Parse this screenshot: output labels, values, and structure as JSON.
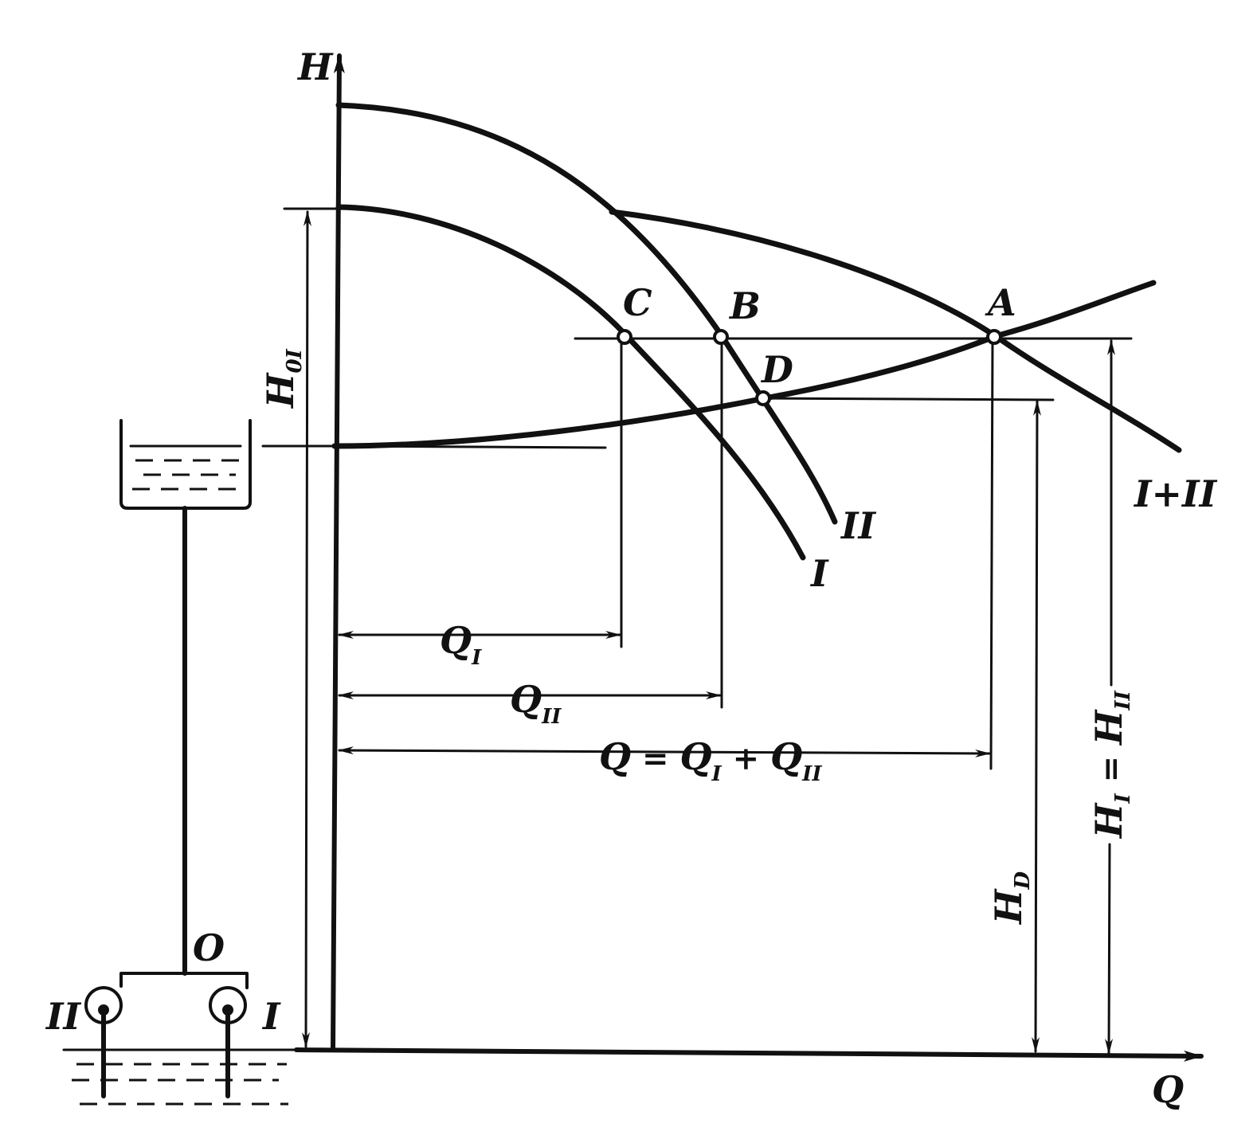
{
  "axes": {
    "vertical": "H",
    "horizontal": "Q"
  },
  "points": {
    "A": "A",
    "B": "B",
    "C": "C",
    "D": "D",
    "O": "O"
  },
  "curves": {
    "pump_one": "I",
    "pump_two": "II",
    "combined": "I+II"
  },
  "pumps": {
    "left": "II",
    "right": "I"
  },
  "dimensions": {
    "h0": {
      "base": "H",
      "sub": "0I"
    },
    "hd": {
      "base": "H",
      "sub": "D"
    },
    "h_equal": {
      "left_base": "H",
      "left_sub": "I",
      "eq": " = ",
      "right_base": "H",
      "right_sub": "II"
    },
    "q1": {
      "base": "Q",
      "sub": "I"
    },
    "q2": {
      "base": "Q",
      "sub": "II"
    },
    "q_total": {
      "lhs": "Q",
      "eq": " = ",
      "a_base": "Q",
      "a_sub": "I",
      "plus": " + ",
      "b_base": "Q",
      "b_sub": "II"
    }
  }
}
